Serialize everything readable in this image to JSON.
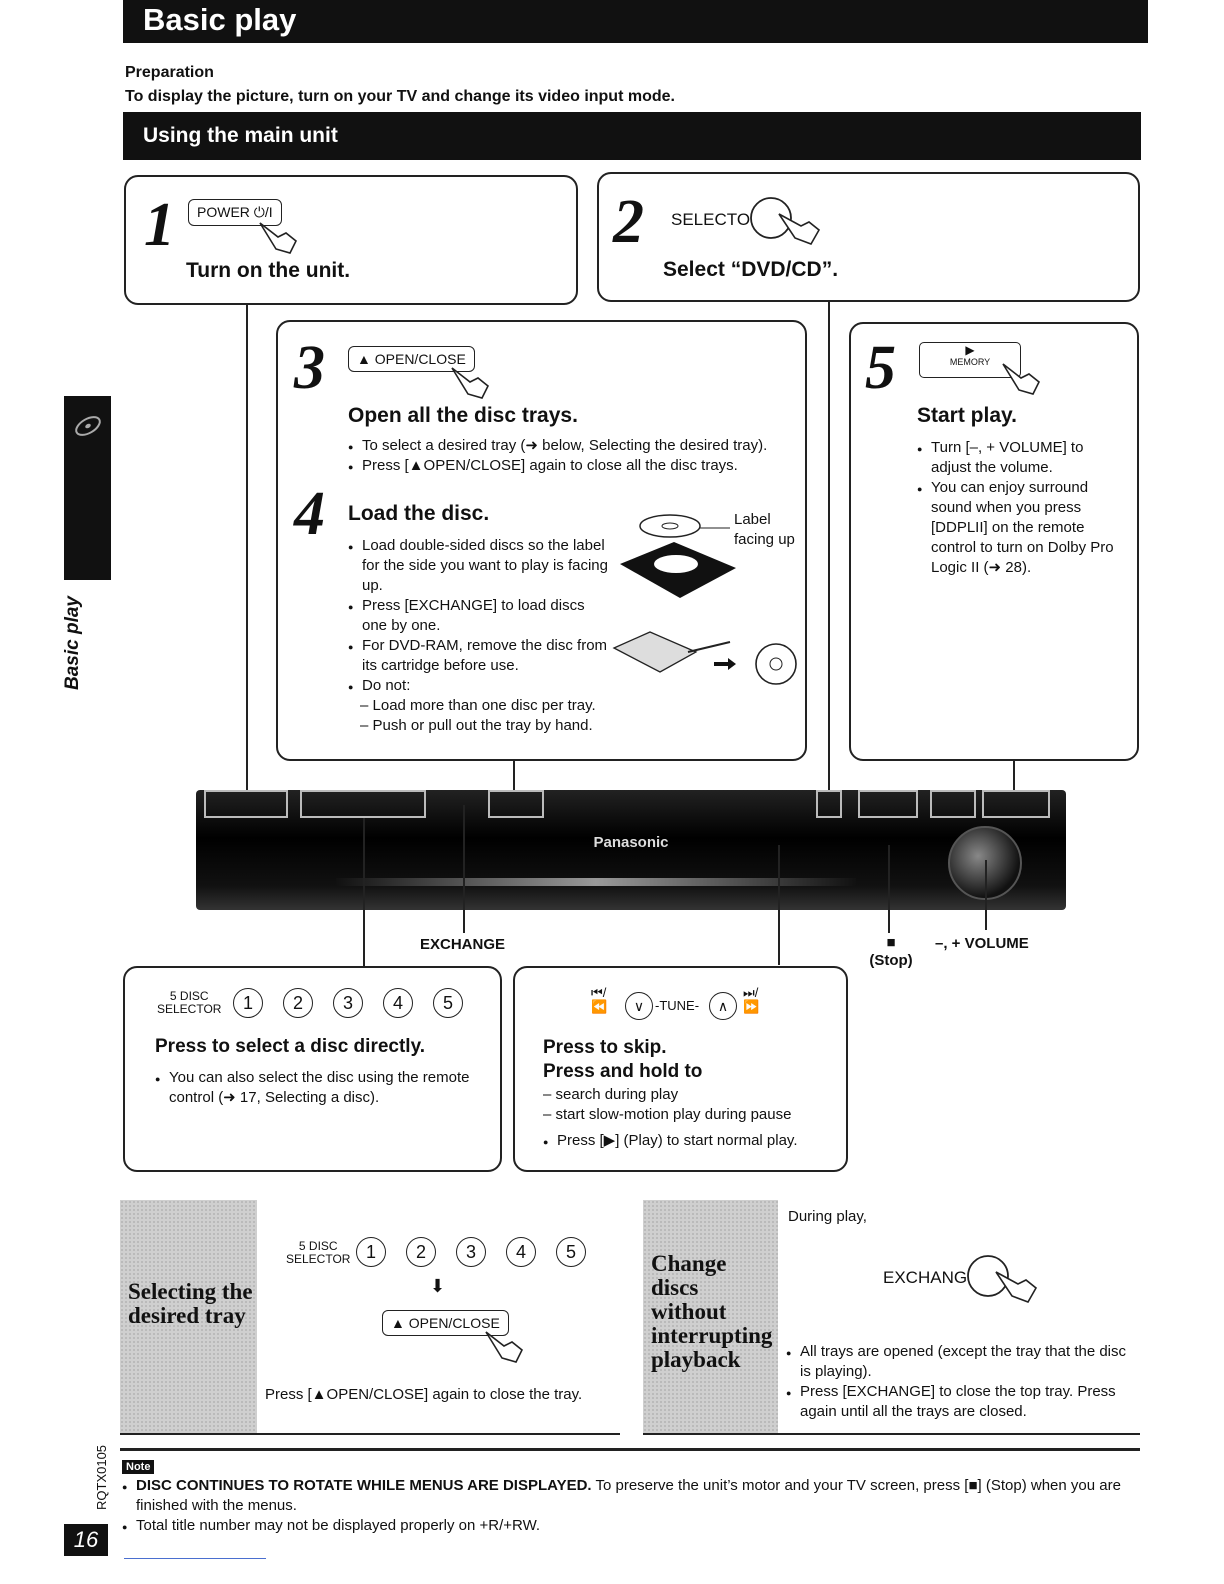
{
  "title": "Basic play",
  "preparation": {
    "label": "Preparation",
    "text": "To display the picture, turn on your TV and change its video input mode."
  },
  "section_title": "Using the main unit",
  "steps": {
    "s1": {
      "num": "1",
      "button": "POWER ⏻/I",
      "heading": "Turn on the unit."
    },
    "s2": {
      "num": "2",
      "button": "SELECTOR",
      "heading": "Select “DVD/CD”."
    },
    "s3": {
      "num": "3",
      "button": "OPEN/CLOSE",
      "heading": "Open all the disc trays.",
      "bullets": [
        "To select a desired tray (➜ below, Selecting the desired tray).",
        "Press [▲OPEN/CLOSE] again to close all the disc trays."
      ]
    },
    "s4": {
      "num": "4",
      "heading": "Load the disc.",
      "label_note": "Label facing up",
      "bullets": [
        "Load double-sided discs so the label for the side you want to play is facing up.",
        "Press [EXCHANGE] to load discs one by one.",
        "For DVD-RAM, remove the disc from its cartridge before use.",
        "Do not:"
      ],
      "donot": [
        "– Load more than one disc per tray.",
        "– Push or pull out the tray by hand."
      ]
    },
    "s5": {
      "num": "5",
      "button": "MEMORY",
      "heading": "Start play.",
      "bullets": [
        "Turn [–, + VOLUME] to adjust the volume.",
        "You can enjoy surround sound when you press [DDPLII] on the remote control to turn on Dolby Pro Logic II (➜ 28)."
      ]
    }
  },
  "device": {
    "brand": "Panasonic",
    "label_exchange": "EXCHANGE",
    "label_stop": "■",
    "label_stop_text": "(Stop)",
    "label_volume": "–, + VOLUME"
  },
  "disc_select": {
    "selector_label_1": "5 DISC",
    "selector_label_2": "SELECTOR",
    "discs": [
      "1",
      "2",
      "3",
      "4",
      "5"
    ],
    "heading": "Press to select a disc directly.",
    "bullet": "You can also select the disc using the remote control (➜ 17, Selecting a disc)."
  },
  "skip": {
    "tune_label": "-TUNE-",
    "heading1": "Press to skip.",
    "heading2": "Press and hold to",
    "dash1": "– search during play",
    "dash2": "– start slow-motion play during pause",
    "bullet": "Press [▶] (Play) to start normal play."
  },
  "selecting_tray": {
    "heading": "Selecting the desired tray",
    "button": "OPEN/CLOSE",
    "text": "Press [▲OPEN/CLOSE] again to close the tray."
  },
  "change_discs": {
    "heading": "Change discs without interrupting playback",
    "during": "During play,",
    "button": "EXCHANGE",
    "bullets": [
      "All trays are opened (except the tray that the disc is playing).",
      "Press [EXCHANGE] to close the top tray. Press again until all the trays are closed."
    ]
  },
  "note": {
    "label": "Note",
    "bold": "DISC CONTINUES TO ROTATE WHILE MENUS ARE DISPLAYED.",
    "rest": " To preserve the unit’s motor and your TV screen, press [■] (Stop) when you are finished with the menus.",
    "line2": "Total title number may not be displayed properly on +R/+RW."
  },
  "sidebar_label": "Basic play",
  "doc_code": "RQTX0105",
  "page_number": "16"
}
